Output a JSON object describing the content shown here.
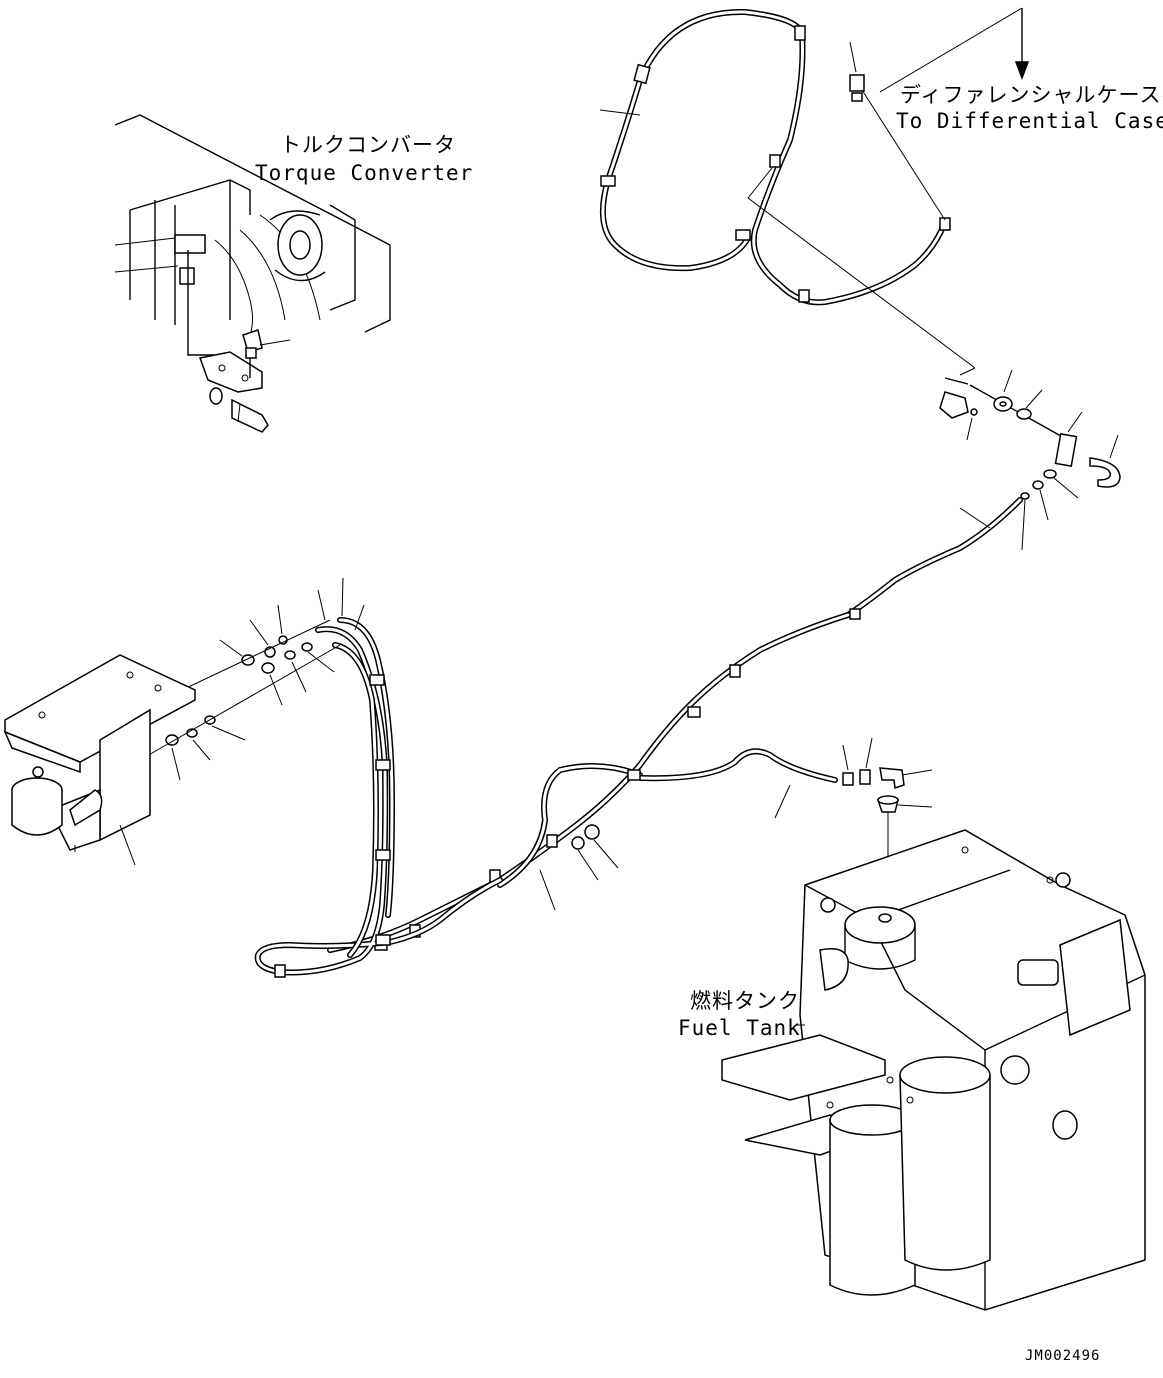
{
  "labels": {
    "torque_converter_jp": "トルクコンバータ",
    "torque_converter_en": "Torque Converter",
    "differential_case_jp": "ディファレンシャルケースへ",
    "differential_case_en": "To Differential Case",
    "fuel_tank_jp": "燃料タンク",
    "fuel_tank_en": "Fuel Tank"
  },
  "drawing_code": "JM002496"
}
